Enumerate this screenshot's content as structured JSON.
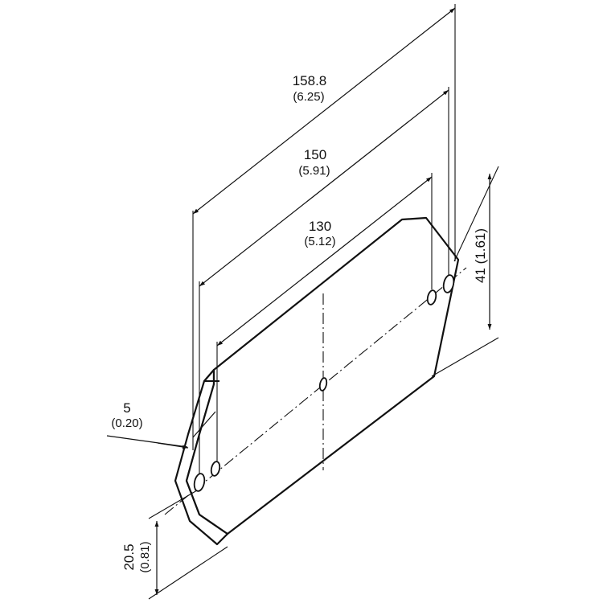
{
  "drawing": {
    "dimensions": {
      "overall_length": {
        "value": "158.8",
        "alt": "(6.25)"
      },
      "hole_spacing_outer": {
        "value": "150",
        "alt": "(5.91)"
      },
      "hole_spacing_inner": {
        "value": "130",
        "alt": "(5.12)"
      },
      "thickness": {
        "value": "5",
        "alt": "(0.20)"
      },
      "height": {
        "label": "41 (1.61)"
      },
      "center_height": {
        "value": "20.5",
        "alt": "(0.81)"
      }
    }
  }
}
